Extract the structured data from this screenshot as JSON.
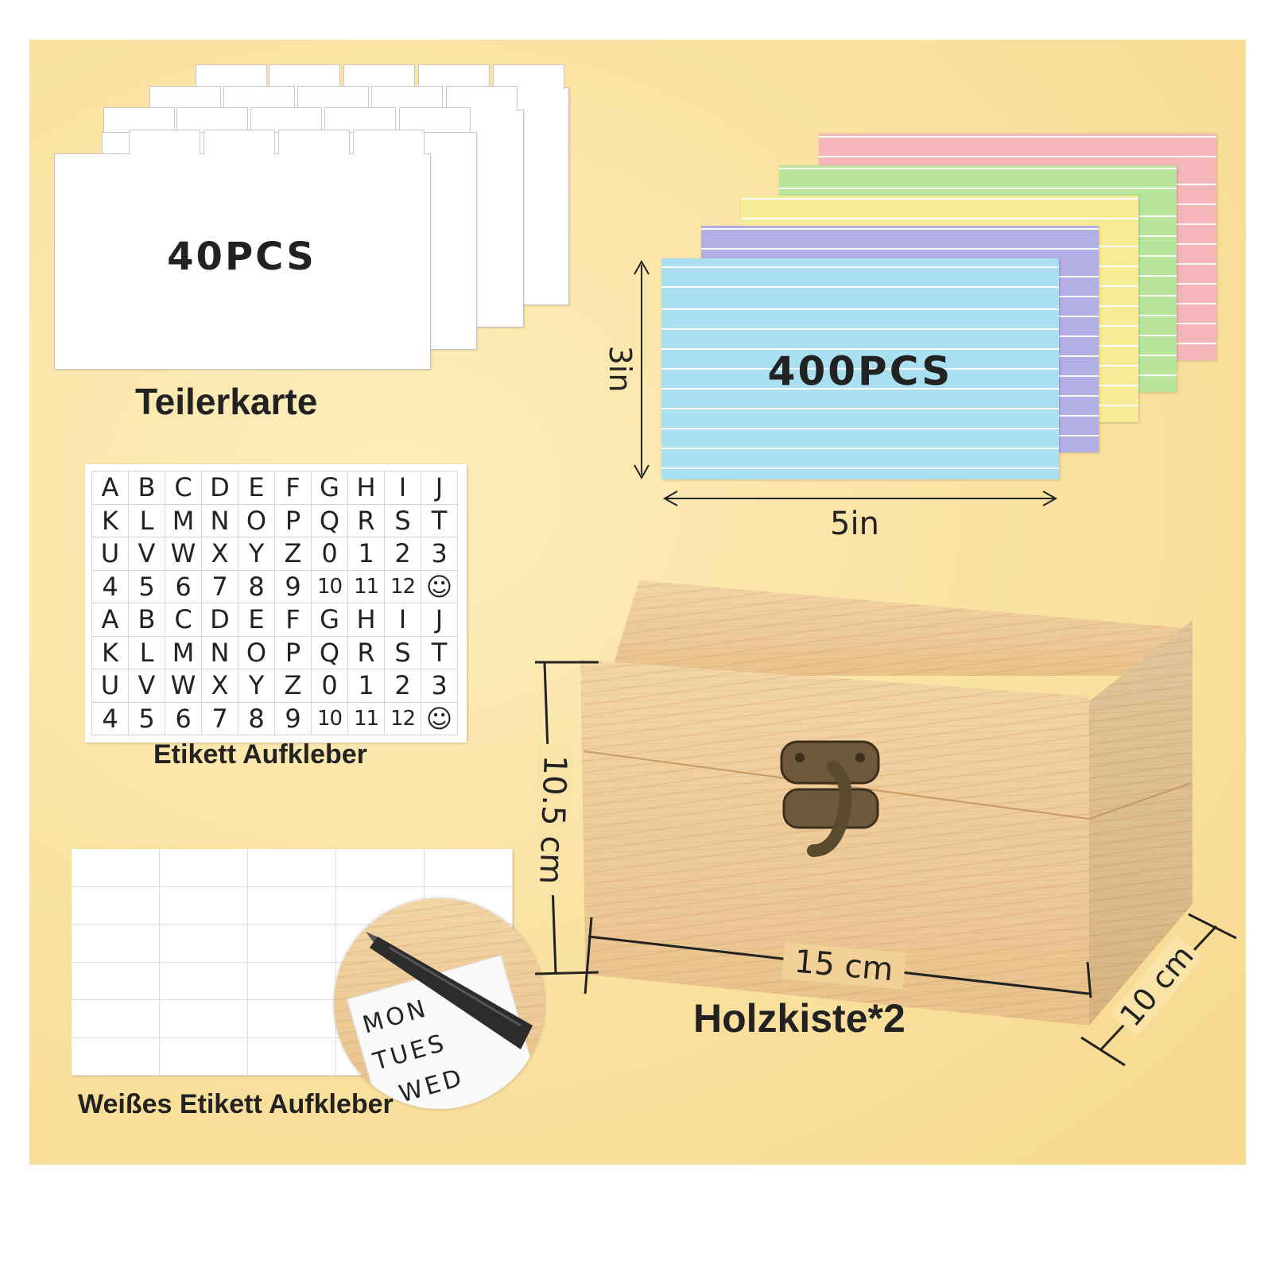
{
  "divider_cards": {
    "count_label": "40PCS",
    "caption": "Teilerkarte"
  },
  "index_cards": {
    "count_label": "400PCS",
    "height_label": "3in",
    "width_label": "5in",
    "colors": [
      "#f4b6b8",
      "#b9e49b",
      "#f6ec97",
      "#b4aee6",
      "#a9dff0"
    ]
  },
  "letter_stickers": {
    "caption": "Etikett Aufkleber",
    "rows": [
      [
        "A",
        "B",
        "C",
        "D",
        "E",
        "F",
        "G",
        "H",
        "I",
        "J"
      ],
      [
        "K",
        "L",
        "M",
        "N",
        "O",
        "P",
        "Q",
        "R",
        "S",
        "T"
      ],
      [
        "U",
        "V",
        "W",
        "X",
        "Y",
        "Z",
        "0",
        "1",
        "2",
        "3"
      ],
      [
        "4",
        "5",
        "6",
        "7",
        "8",
        "9",
        "10",
        "11",
        "12",
        "☺"
      ],
      [
        "A",
        "B",
        "C",
        "D",
        "E",
        "F",
        "G",
        "H",
        "I",
        "J"
      ],
      [
        "K",
        "L",
        "M",
        "N",
        "O",
        "P",
        "Q",
        "R",
        "S",
        "T"
      ],
      [
        "U",
        "V",
        "W",
        "X",
        "Y",
        "Z",
        "0",
        "1",
        "2",
        "3"
      ],
      [
        "4",
        "5",
        "6",
        "7",
        "8",
        "9",
        "10",
        "11",
        "12",
        "☺"
      ]
    ]
  },
  "white_labels": {
    "caption": "Weißes Etikett Aufkleber",
    "sample_words": [
      "MON",
      "TUES",
      "WED"
    ]
  },
  "wooden_box": {
    "caption": "Holzkiste*2",
    "height_label": "10.5 cm",
    "width_label": "15 cm",
    "depth_label": "10 cm"
  }
}
